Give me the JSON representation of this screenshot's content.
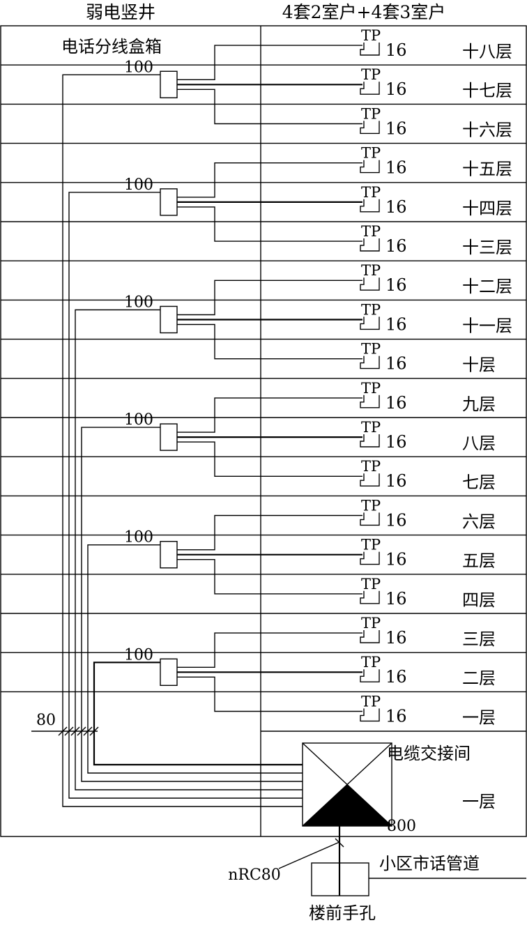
{
  "header": {
    "left_title": "弱电竖井",
    "right_title": "4套2室户+4套3室户"
  },
  "box_label": "电话分线盒箱",
  "floors": [
    {
      "name": "十八层",
      "outlet": "TP",
      "count": "16"
    },
    {
      "name": "十七层",
      "outlet": "TP",
      "count": "16"
    },
    {
      "name": "十六层",
      "outlet": "TP",
      "count": "16"
    },
    {
      "name": "十五层",
      "outlet": "TP",
      "count": "16"
    },
    {
      "name": "十四层",
      "outlet": "TP",
      "count": "16"
    },
    {
      "name": "十三层",
      "outlet": "TP",
      "count": "16"
    },
    {
      "name": "十二层",
      "outlet": "TP",
      "count": "16"
    },
    {
      "name": "十一层",
      "outlet": "TP",
      "count": "16"
    },
    {
      "name": "十层",
      "outlet": "TP",
      "count": "16"
    },
    {
      "name": "九层",
      "outlet": "TP",
      "count": "16"
    },
    {
      "name": "八层",
      "outlet": "TP",
      "count": "16"
    },
    {
      "name": "七层",
      "outlet": "TP",
      "count": "16"
    },
    {
      "name": "六层",
      "outlet": "TP",
      "count": "16"
    },
    {
      "name": "五层",
      "outlet": "TP",
      "count": "16"
    },
    {
      "name": "四层",
      "outlet": "TP",
      "count": "16"
    },
    {
      "name": "三层",
      "outlet": "TP",
      "count": "16"
    },
    {
      "name": "二层",
      "outlet": "TP",
      "count": "16"
    },
    {
      "name": "一层",
      "outlet": "TP",
      "count": "16"
    }
  ],
  "distribution_boxes": [
    {
      "capacity": "100"
    },
    {
      "capacity": "100"
    },
    {
      "capacity": "100"
    },
    {
      "capacity": "100"
    },
    {
      "capacity": "100"
    },
    {
      "capacity": "100"
    }
  ],
  "trunk_label": "80",
  "cabinet": {
    "name": "电缆交接间",
    "floor": "一层",
    "capacity": "800"
  },
  "conduit_label": "nRC80",
  "district_pipe_label": "小区市话管道",
  "handhole_label": "楼前手孔"
}
